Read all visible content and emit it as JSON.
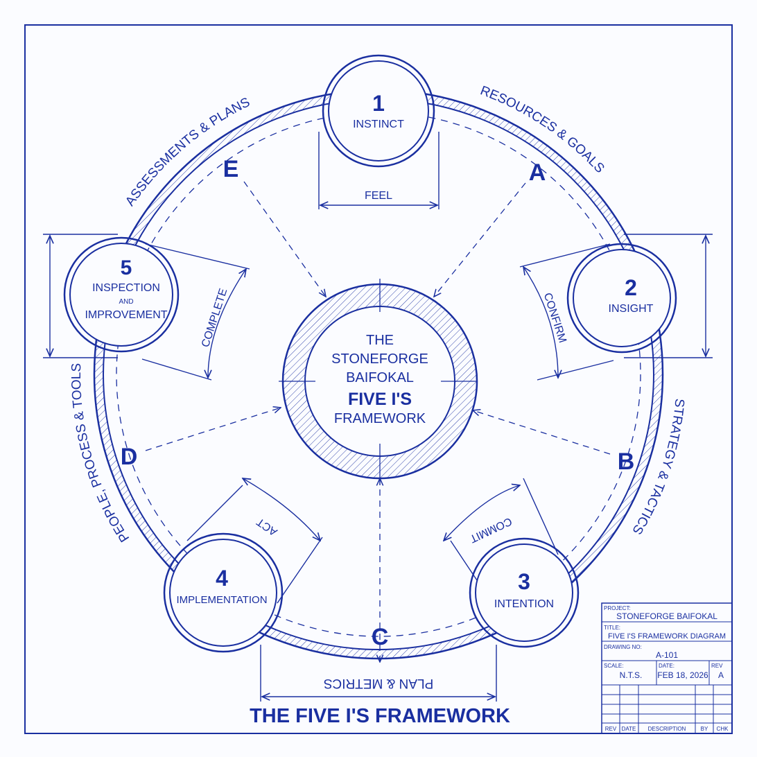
{
  "title": "THE FIVE I'S FRAMEWORK",
  "center": {
    "line1": "THE",
    "line2": "STONEFORGE",
    "line3": "BAIFOKAL",
    "line4": "FIVE I'S",
    "line5": "FRAMEWORK"
  },
  "nodes": [
    {
      "number": "1",
      "label": "INSTINCT"
    },
    {
      "number": "2",
      "label": "INSIGHT"
    },
    {
      "number": "3",
      "label": "INTENTION"
    },
    {
      "number": "4",
      "label": "IMPLEMENTATION"
    },
    {
      "number": "5",
      "label_line1": "INSPECTION",
      "label_line2": "AND",
      "label_line3": "IMPROVEMENT"
    }
  ],
  "letters": {
    "a": "A",
    "b": "B",
    "c": "C",
    "d": "D",
    "e": "E"
  },
  "arc_labels": {
    "resources": "RESOURCES & GOALS",
    "strategy": "STRATEGY & TACTICS",
    "plan": "PLAN & METRICS",
    "people": "PEOPLE, PROCESS & TOOLS",
    "assessments": "ASSESSMENTS & PLANS"
  },
  "dimension_labels": {
    "feel": "FEEL",
    "confirm": "CONFIRM",
    "commit": "COMMIT",
    "act": "ACT",
    "complete": "COMPLETE"
  },
  "title_block": {
    "project_label": "PROJECT:",
    "project": "STONEFORGE BAIFOKAL",
    "title_label": "TITLE:",
    "title": "FIVE I'S FRAMEWORK DIAGRAM",
    "drawing_label": "DRAWING NO:",
    "drawing": "A-101",
    "scale_label": "SCALE:",
    "scale": "N.T.S.",
    "date_label": "DATE:",
    "date": "FEB 18, 2026",
    "rev_label": "REV",
    "rev": "A",
    "columns": [
      "REV",
      "DATE",
      "DESCRIPTION",
      "BY",
      "CHK"
    ]
  },
  "colors": {
    "ink": "#1a2fa0",
    "grid": "#b9c6ee",
    "paper": "#fbfcff"
  }
}
